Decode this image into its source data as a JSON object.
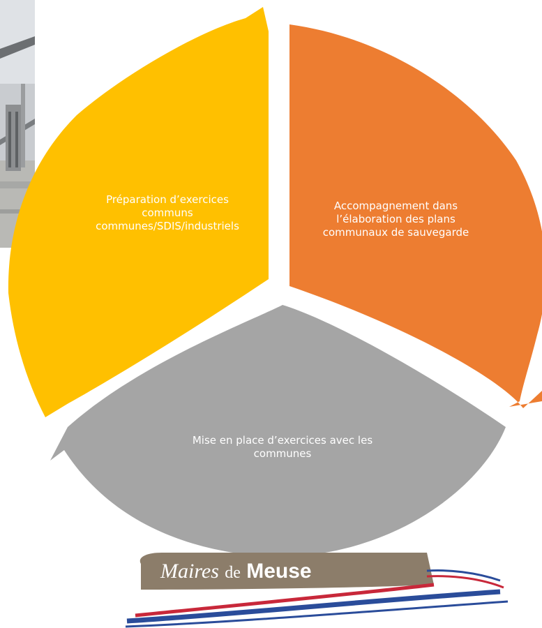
{
  "diagram": {
    "segments": [
      {
        "id": "exercices-communs",
        "color": "#FFC000",
        "lines": [
          "Préparation d’exercices",
          "communs",
          "communes/SDIS/industriels"
        ]
      },
      {
        "id": "plans-communaux",
        "color": "#ED7D31",
        "lines": [
          "Accompagnement dans",
          "l’élaboration des plans",
          "communaux de sauvegarde"
        ]
      },
      {
        "id": "exercices-communes",
        "color": "#A5A5A5",
        "lines": [
          "Mise en place d’exercices avec les",
          "communes"
        ]
      }
    ]
  },
  "logo": {
    "word1": "Maires",
    "word2": "de",
    "word3": "Meuse",
    "colors": {
      "banner": "#8C7D6A",
      "blue": "#2A4C9A",
      "red": "#C8283A"
    }
  },
  "photo": {
    "subject": "industrial-plant-photo"
  }
}
